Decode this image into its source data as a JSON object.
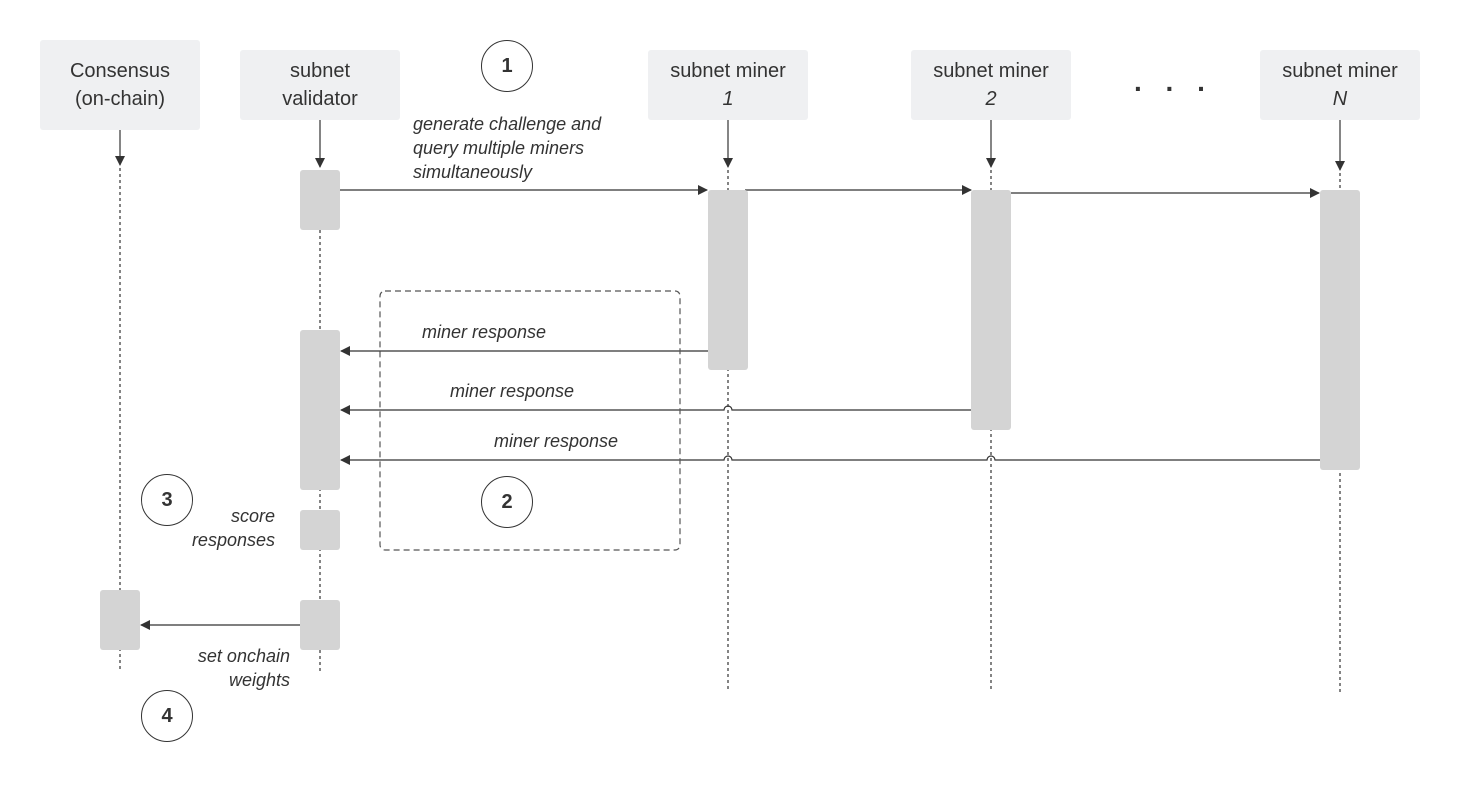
{
  "participants": [
    {
      "line1": "Consensus",
      "line2": "(on-chain)",
      "line2_italic": false
    },
    {
      "line1": "subnet",
      "line2": "validator",
      "line2_italic": false
    },
    {
      "line1": "subnet miner",
      "line2": "1",
      "line2_italic": true
    },
    {
      "line1": "subnet miner",
      "line2": "2",
      "line2_italic": true
    },
    {
      "line1": "subnet miner",
      "line2": "N",
      "line2_italic": true
    }
  ],
  "ellipsis": ". . .",
  "steps": [
    "1",
    "2",
    "3",
    "4"
  ],
  "messages": {
    "query": [
      "generate challenge and",
      "query multiple miners",
      "simultaneously"
    ],
    "response_1": "miner response",
    "response_2": "miner response",
    "response_n": "miner response",
    "score": [
      "score",
      "responses"
    ],
    "weights": [
      "set onchain",
      "weights"
    ]
  }
}
